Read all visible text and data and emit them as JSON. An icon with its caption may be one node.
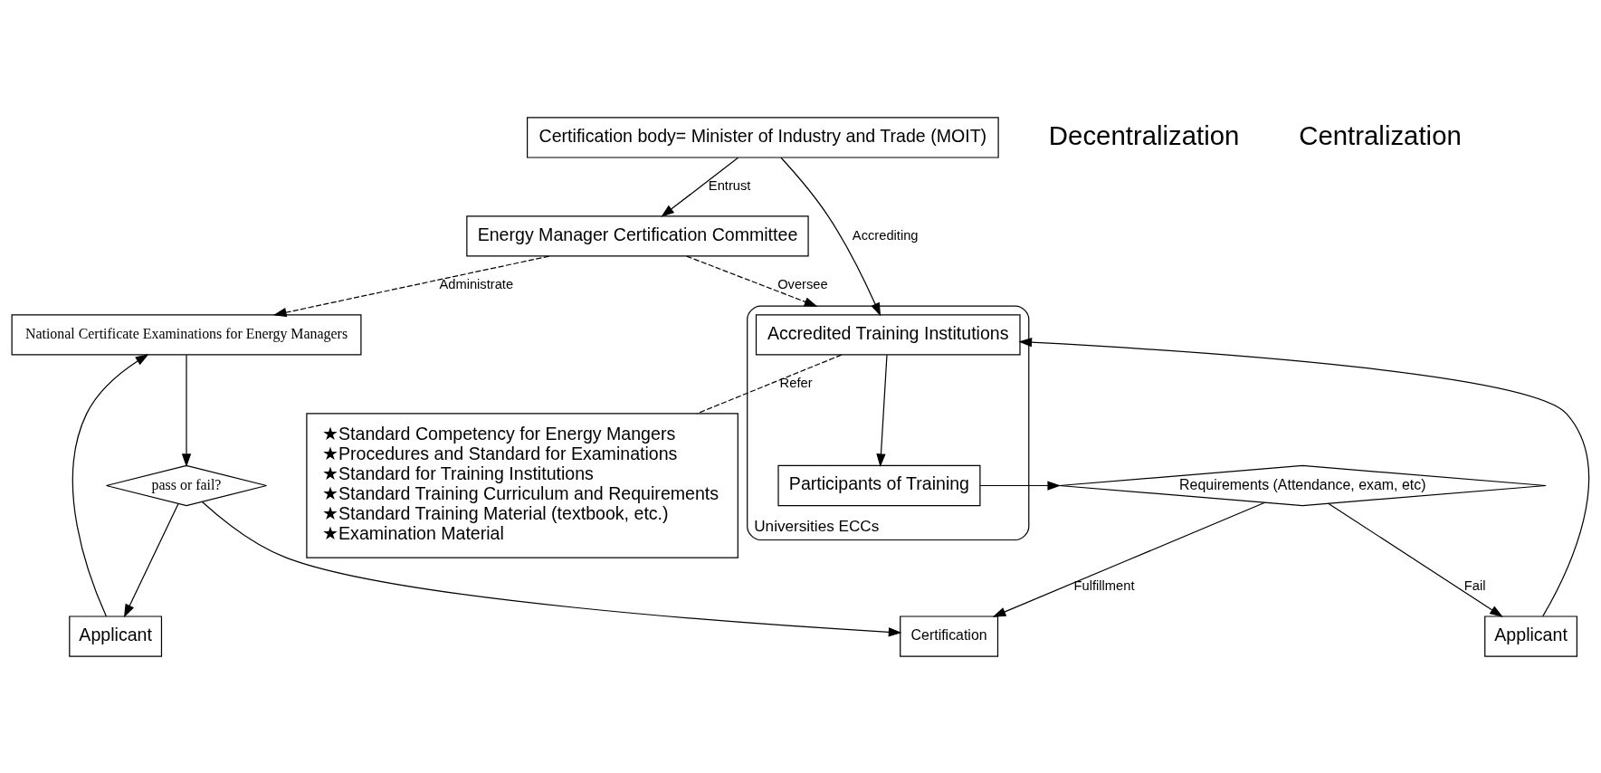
{
  "diagram": {
    "nodes": [
      {
        "text": [
          "Certification body= Minister of Industry and Trade (MOIT)"
        ]
      },
      {
        "text": [
          "Energy Manager Certification Committee"
        ]
      },
      {
        "text": [
          "★Standard Competency for Energy Mangers",
          "★Procedures and Standard for Examinations",
          "★Standard for Training Institutions",
          "★Standard Training Curriculum and Requirements",
          "★Standard Training Material (textbook, etc.)",
          "★Examination Material"
        ]
      },
      {
        "text": [
          "Applicant"
        ]
      },
      {
        "text": [
          "National Certificate Examinations for Energy Managers"
        ]
      },
      {
        "text": [
          "pass or fail?"
        ]
      },
      {
        "text": [
          "Applicant"
        ]
      },
      {
        "text": [
          "Universities ECCs"
        ]
      },
      {
        "text": [
          "Accredited Training Institutions"
        ],
        "in": 7
      },
      {
        "text": [
          "Participants of Training"
        ],
        "in": 7
      },
      {
        "text": [
          "Requirements (Attendance, exam, etc)"
        ]
      },
      {
        "text": [
          "Certification"
        ]
      }
    ],
    "edges": [
      {
        "from": 0,
        "to": 1,
        "arrow": "to",
        "label": "Entrust"
      },
      {
        "from": 0,
        "to": 8,
        "arrow": "to",
        "label": "Accrediting"
      },
      {
        "from": 1,
        "to": 7,
        "arrow": "to",
        "label": "Oversee",
        "style": "dashed"
      },
      {
        "from": 1,
        "to": 4,
        "arrow": "to",
        "label": "Administrate",
        "style": "dashed"
      },
      {
        "from": 8,
        "to": 2,
        "arrow": "none",
        "label": "Refer",
        "style": "dashed"
      },
      {
        "from": 6,
        "to": 8,
        "arrow": "to"
      },
      {
        "from": 8,
        "to": 9,
        "arrow": "to"
      },
      {
        "from": 9,
        "to": 10,
        "arrow": "to"
      },
      {
        "from": 10,
        "to": 11,
        "arrow": "to",
        "label": "Fulfillment"
      },
      {
        "from": 10,
        "to": 6,
        "arrow": "to",
        "label": "Fail"
      },
      {
        "from": 3,
        "to": 4,
        "arrow": "to"
      },
      {
        "from": 4,
        "to": 5,
        "arrow": "to"
      },
      {
        "from": 5,
        "to": 11,
        "arrow": "to"
      },
      {
        "from": 5,
        "to": 3,
        "arrow": "to"
      }
    ],
    "labels": [
      "Decentralization",
      "Centralization"
    ]
  }
}
